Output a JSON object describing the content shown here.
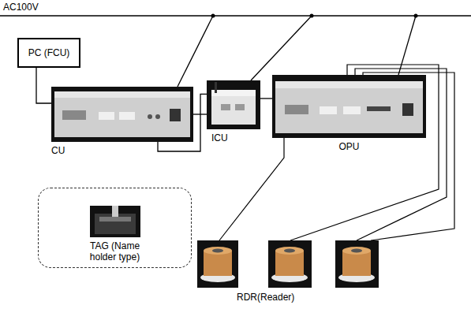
{
  "diagram": {
    "nodes": [
      {
        "text": [
          "PC (FCU)"
        ]
      },
      {
        "text": [
          "CU"
        ]
      },
      {
        "text": [
          "ICU"
        ]
      },
      {
        "text": [
          "OPU"
        ]
      },
      {
        "text": [
          "TAG (Name holder type)"
        ]
      }
    ],
    "edges": [
      {
        "from": 0,
        "to": 1,
        "arrow": "none"
      },
      {
        "from": 1,
        "to": 2,
        "arrow": "none"
      },
      {
        "from": 1,
        "to": 2,
        "arrow": "none"
      },
      {
        "from": 2,
        "to": 3,
        "arrow": "none"
      }
    ],
    "labels": [
      "AC100V",
      "RDR(Reader)"
    ]
  }
}
